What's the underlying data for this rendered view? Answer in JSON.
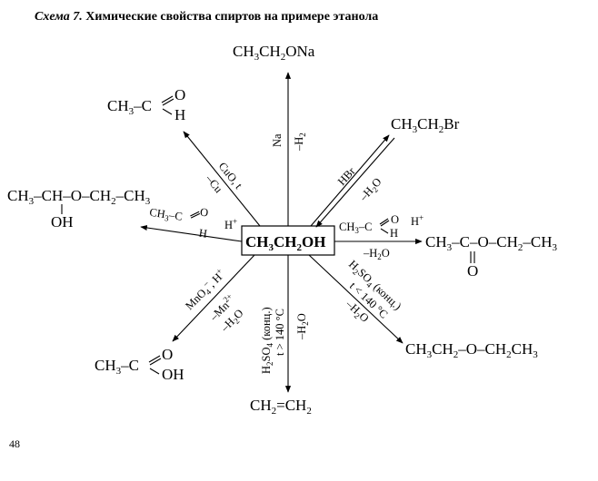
{
  "title": {
    "label": "Схема 7.",
    "text": " Химические свойства спиртов на примере этанола"
  },
  "center": {
    "p1": "CH",
    "s1": "3",
    "p2": "CH",
    "s2": "2",
    "p3": "OH"
  },
  "products": {
    "naoet": {
      "p1": "CH",
      "s1": "3",
      "p2": "CH",
      "s2": "2",
      "p3": "ONa"
    },
    "etbr": {
      "p1": "CH",
      "s1": "3",
      "p2": "CH",
      "s2": "2",
      "p3": "Br"
    },
    "aldehyde": {
      "p1": "CH",
      "s1": "3",
      "p2": "–C",
      "o": "O",
      "h": "H"
    },
    "acetal": {
      "line1": "CH",
      "s1": "3",
      "line1b": "–CH–O–CH",
      "s2": "2",
      "line1c": "–CH",
      "s3": "3",
      "line2": "OH"
    },
    "aldehyde_small": {
      "p1": "CH",
      "s1": "3",
      "p2": "–C",
      "o": "O",
      "h": "H"
    },
    "ester": {
      "p1": "CH",
      "s1": "3",
      "p2": "–C–O–CH",
      "s2": "2",
      "p3": "–CH",
      "s3": "3",
      "o": "O"
    },
    "ester_acyl": {
      "p1": "CH",
      "s1": "3",
      "p2": "–C",
      "o": "O",
      "h": "H"
    },
    "ether": {
      "p1": "CH",
      "s1": "3",
      "p2": "CH",
      "s2": "2",
      "p3": "–O–CH",
      "s3": "2",
      "p4": "CH",
      "s4": "3"
    },
    "ethylene": {
      "p1": "CH",
      "s1": "2",
      "p2": "=CH",
      "s2": "2"
    },
    "acid": {
      "p1": "CH",
      "s1": "3",
      "p2": "–C",
      "o": "O",
      "h": "OH"
    }
  },
  "conditions": {
    "na": "Na",
    "h2": {
      "p": "–H",
      "s": "2"
    },
    "cuo": "CuO, t",
    "cu": "–Cu",
    "hbr": "HBr",
    "h2o_br": {
      "p": "–H",
      "s": "2",
      "p2": "O"
    },
    "hplus_left": {
      "p": "H",
      "sup": "+"
    },
    "hplus_right": {
      "p": "H",
      "sup": "+"
    },
    "h2o_ester": {
      "p": "–H",
      "s": "2",
      "p2": "O"
    },
    "mno4": {
      "p": "MnO",
      "s": "4",
      "sup": "–",
      "p2": ", H",
      "sup2": "+"
    },
    "mn": {
      "p": "–Mn",
      "sup": "2+"
    },
    "h2o_ox": {
      "p": "–H",
      "s": "2",
      "p2": "O"
    },
    "h2so4_down": {
      "p": "H",
      "s": "2",
      "p2": "SO",
      "s2": "4",
      "p3": " (конц.)"
    },
    "t140_down": "t > 140 °C",
    "h2o_down": {
      "p": "–H",
      "s": "2",
      "p2": "O"
    },
    "h2so4_ether": {
      "p": "H",
      "s": "2",
      "p2": "SO",
      "s2": "4",
      "p3": " (конц.)"
    },
    "t140_ether": "t < 140 °C",
    "h2o_ether": {
      "p": "–H",
      "s": "2",
      "p2": "O"
    }
  },
  "page_number": "48"
}
